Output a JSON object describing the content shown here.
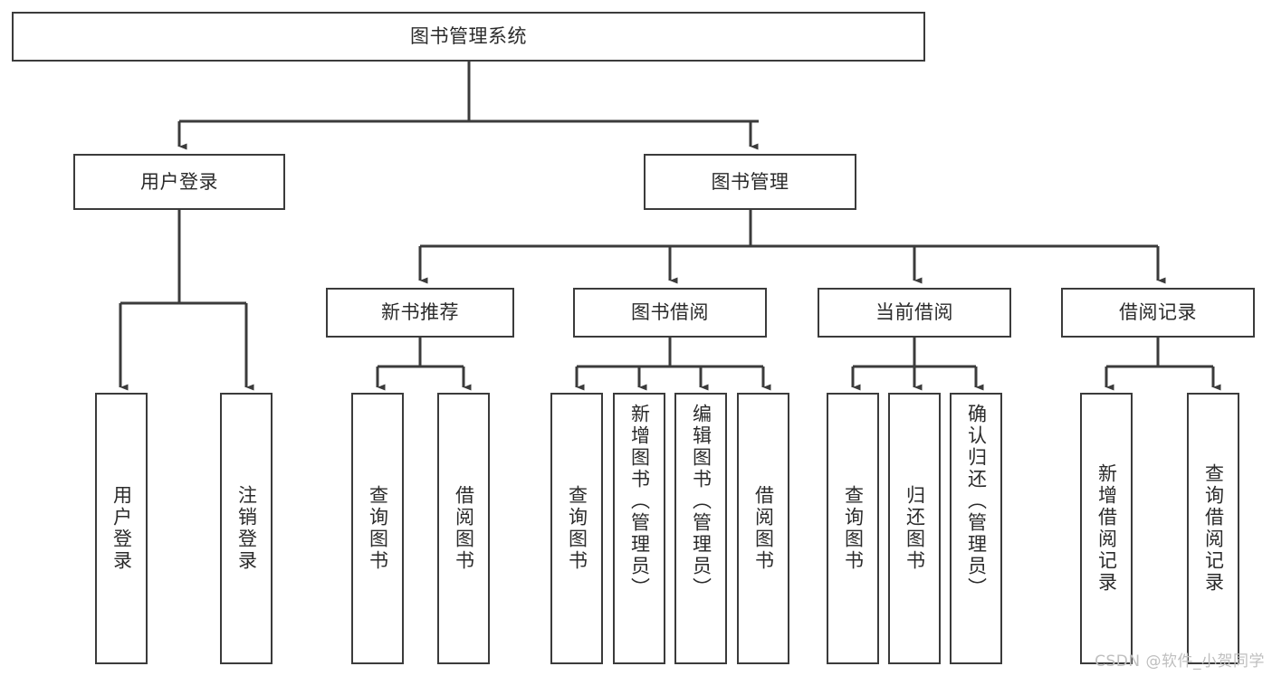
{
  "diagram": {
    "type": "tree",
    "title": "图书管理系统",
    "orientation": "top-down",
    "style": {
      "box_border_color": "#3b3b3b",
      "box_fill_color": "#ffffff",
      "connector_color": "#3b3b3b",
      "text_color": "#2b2b2b",
      "background_color": "#ffffff"
    },
    "root": {
      "label": "图书管理系统"
    },
    "level2": [
      {
        "label": "用户登录"
      },
      {
        "label": "图书管理"
      }
    ],
    "level3": [
      {
        "label": "新书推荐"
      },
      {
        "label": "图书借阅"
      },
      {
        "label": "当前借阅"
      },
      {
        "label": "借阅记录"
      }
    ],
    "leaves": {
      "user_login": [
        {
          "label": "用户登录"
        },
        {
          "label": "注销登录"
        }
      ],
      "new_book_recommend": [
        {
          "label": "查询图书"
        },
        {
          "label": "借阅图书"
        }
      ],
      "book_borrow": [
        {
          "label": "查询图书"
        },
        {
          "label": "新增图书（管理员）"
        },
        {
          "label": "编辑图书（管理员）"
        },
        {
          "label": "借阅图书"
        }
      ],
      "current_borrow": [
        {
          "label": "查询图书"
        },
        {
          "label": "归还图书"
        },
        {
          "label": "确认归还（管理员）"
        }
      ],
      "borrow_record": [
        {
          "label": "新增借阅记录"
        },
        {
          "label": "查询借阅记录"
        }
      ]
    }
  },
  "watermark": {
    "text": "CSDN @软件_小贺同学"
  }
}
